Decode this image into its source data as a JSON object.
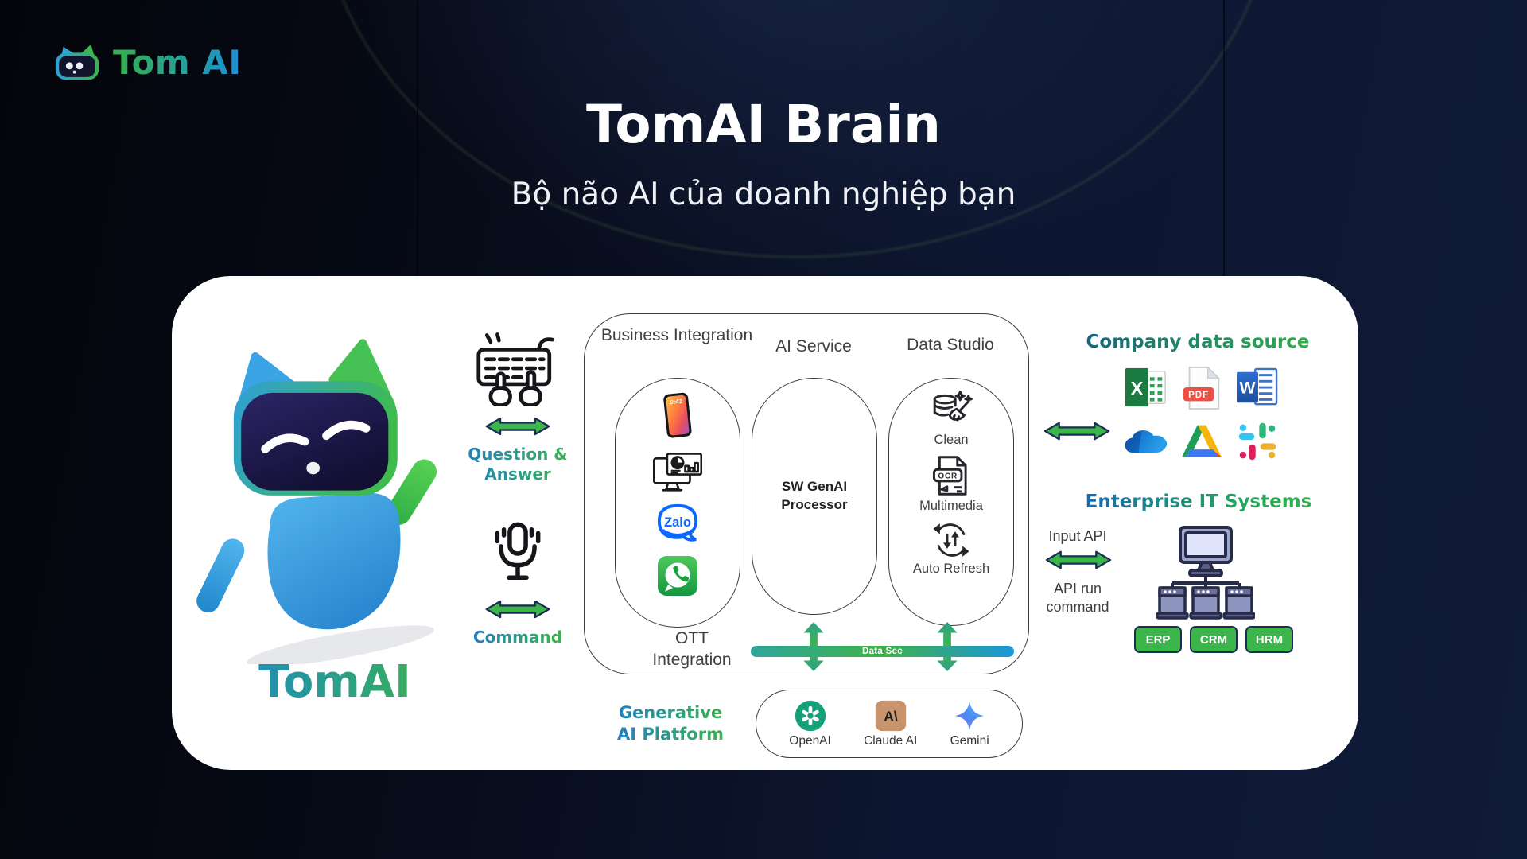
{
  "brand": {
    "name": "Tom AI"
  },
  "hero": {
    "title": "TomAI Brain",
    "subtitle": "Bộ não AI của doanh nghiệp bạn"
  },
  "mascot": {
    "name": "TomAI"
  },
  "io": {
    "qa_label": "Question & Answer",
    "command_label": "Command"
  },
  "core": {
    "business": {
      "title": "Business Integration",
      "phone_time": "9:41",
      "zalo_label": "Zalo"
    },
    "ai_service": {
      "title": "AI Service",
      "processor": "SW GenAI Processor"
    },
    "data_studio": {
      "title": "Data Studio",
      "ocr_label": "OCR",
      "items": [
        {
          "label": "Clean"
        },
        {
          "label": "Multimedia"
        },
        {
          "label": "Auto Refresh"
        }
      ]
    },
    "ott_label": "OTT Integration",
    "data_sec_label": "Data Sec"
  },
  "genai": {
    "title": "Generative AI Platform",
    "claude_glyph": "A\\",
    "providers": [
      {
        "name": "OpenAI"
      },
      {
        "name": "Claude AI"
      },
      {
        "name": "Gemini"
      }
    ]
  },
  "company_data": {
    "title": "Company data source",
    "excel_glyph": "X",
    "pdf_glyph": "PDF",
    "word_glyph": "W"
  },
  "enterprise": {
    "title": "Enterprise IT Systems",
    "input_api": "Input API",
    "api_run": "API run command",
    "badges": [
      "ERP",
      "CRM",
      "HRM"
    ]
  },
  "colors": {
    "green": "#3cb54a",
    "blue": "#1e88d2",
    "teal": "#2a9d8f",
    "navy_outline": "#1c2d52",
    "zalo_blue": "#0a68ff",
    "whatsapp_green": "#27b43e",
    "openai_teal": "#16a07a",
    "claude_tan": "#c9946b",
    "datasec_gradient": [
      "#2fa69b",
      "#3fb14b",
      "#1d96d8"
    ]
  }
}
